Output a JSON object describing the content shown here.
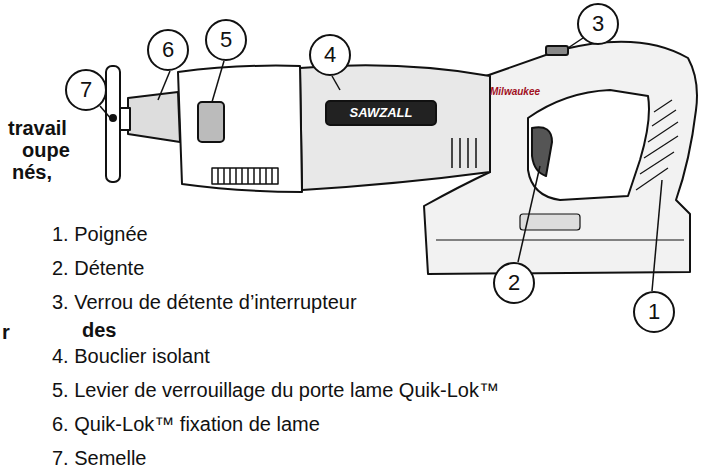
{
  "diagram": {
    "nodes": [
      {
        "text": [
          "6"
        ]
      },
      {
        "text": [
          "5"
        ]
      },
      {
        "text": [
          "4"
        ]
      },
      {
        "text": [
          "3"
        ]
      },
      {
        "text": [
          "7"
        ]
      },
      {
        "text": [
          "2"
        ]
      },
      {
        "text": [
          "1"
        ]
      }
    ],
    "labels": [
      "SAWZALL",
      "Milwaukee",
      "travail",
      "oupe",
      "nés,",
      "1. Poignée",
      "2. Détente",
      "3. Verrou de détente d’interrupteur",
      "r",
      "des",
      "4. Bouclier isolant",
      "5. Levier de verrouillage du porte lame Quik-Lok™",
      "6. Quik-Lok™ fixation de lame",
      "7. Semelle"
    ]
  }
}
